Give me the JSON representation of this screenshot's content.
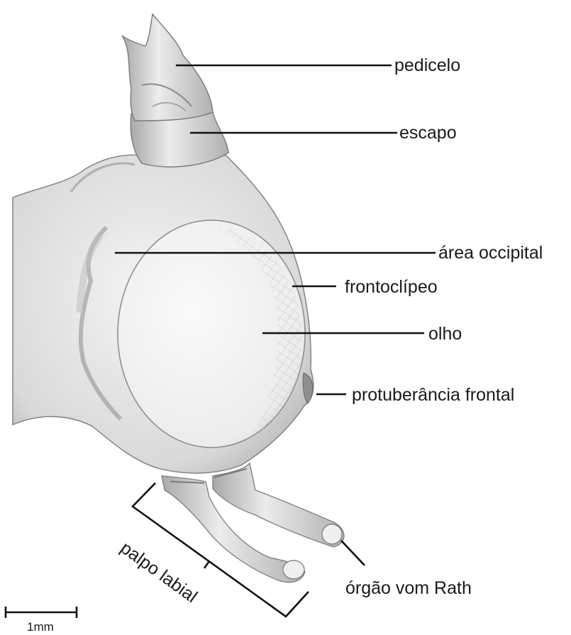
{
  "labels": {
    "pedicelo": "pedicelo",
    "escapo": "escapo",
    "area_occipital": "área occipital",
    "frontoclipeo": "frontoclípeo",
    "olho": "olho",
    "protuberancia_frontal": "protuberância frontal",
    "orgao_vom_rath": "órgão vom Rath",
    "palpo_labial": "palpo labial"
  },
  "scale_bar": {
    "label": "1mm"
  },
  "colors": {
    "ink": "#111111",
    "shade": "#8a8a8a",
    "paper": "#ffffff"
  }
}
